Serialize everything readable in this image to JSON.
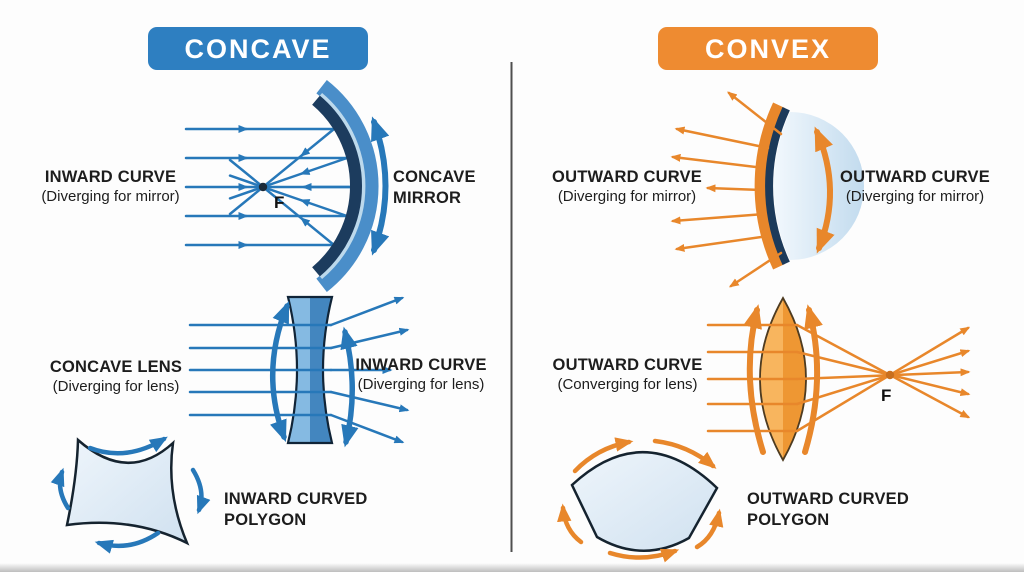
{
  "left": {
    "banner": "CONCAVE",
    "mirror_label_left": {
      "bold": "INWARD CURVE",
      "sub": "(Diverging for mirror)"
    },
    "mirror_label_right": "CONCAVE\nMIRROR",
    "mirror_focal": "F",
    "lens_label_left": {
      "bold": "CONCAVE LENS",
      "sub": "(Diverging for lens)"
    },
    "lens_label_right": {
      "bold": "INWARD CURVE",
      "sub": "(Diverging for lens)"
    },
    "polygon_label": "INWARD CURVED\nPOLYGON"
  },
  "right": {
    "banner": "CONVEX",
    "mirror_label_left": {
      "bold": "OUTWARD CURVE",
      "sub": "(Diverging for mirror)"
    },
    "mirror_label_right": {
      "bold": "OUTWARD CURVE",
      "sub": "(Diverging for mirror)"
    },
    "lens_label_left": {
      "bold": "OUTWARD CURVE",
      "sub": "(Converging for lens)"
    },
    "lens_focal": "F",
    "polygon_label": "OUTWARD CURVED\nPOLYGON"
  },
  "colors": {
    "concave_accent": "#2e7fc1",
    "convex_accent": "#ee8b31",
    "ray_blue": "#2778b9",
    "ray_orange": "#e8872b",
    "mirror_navy": "#1c3c5e",
    "glass_fill": "#dce8f3",
    "text": "#1d1d1d"
  }
}
